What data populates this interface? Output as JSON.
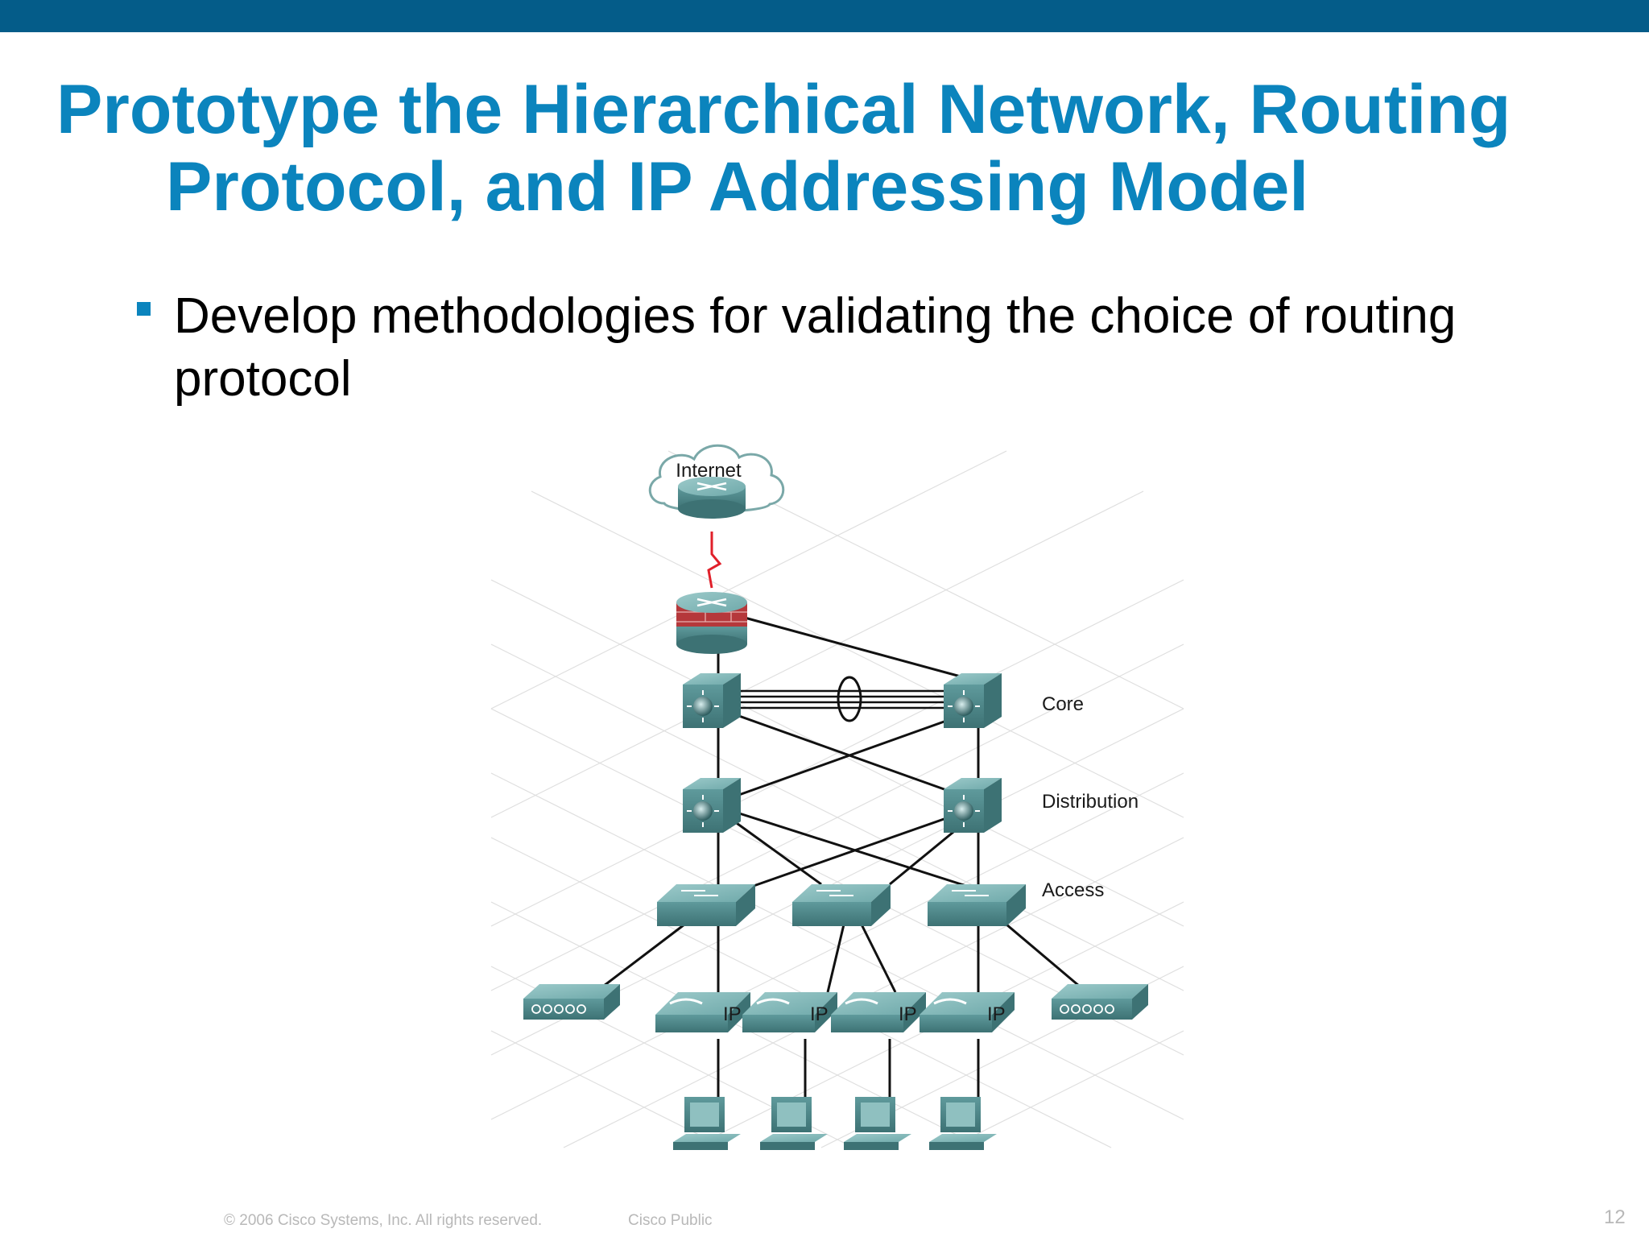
{
  "slide": {
    "title_line1": "Prototype the Hierarchical Network, Routing",
    "title_line2": "Protocol, and IP Addressing Model",
    "bullet": "Develop methodologies for validating the choice of routing protocol",
    "page_number": "12"
  },
  "diagram": {
    "cloud_label": "Internet",
    "layer_core": "Core",
    "layer_distribution": "Distribution",
    "layer_access": "Access",
    "phone_label": "IP"
  },
  "footer": {
    "copyright": "© 2006 Cisco Systems, Inc. All rights reserved.",
    "classification": "Cisco Public"
  },
  "colors": {
    "top_bar": "#045c89",
    "title": "#0b84bd",
    "device": "#5f9a9c",
    "device_dark": "#3d7274",
    "firewall_red": "#b5383b",
    "wan_link": "#e0202a"
  }
}
